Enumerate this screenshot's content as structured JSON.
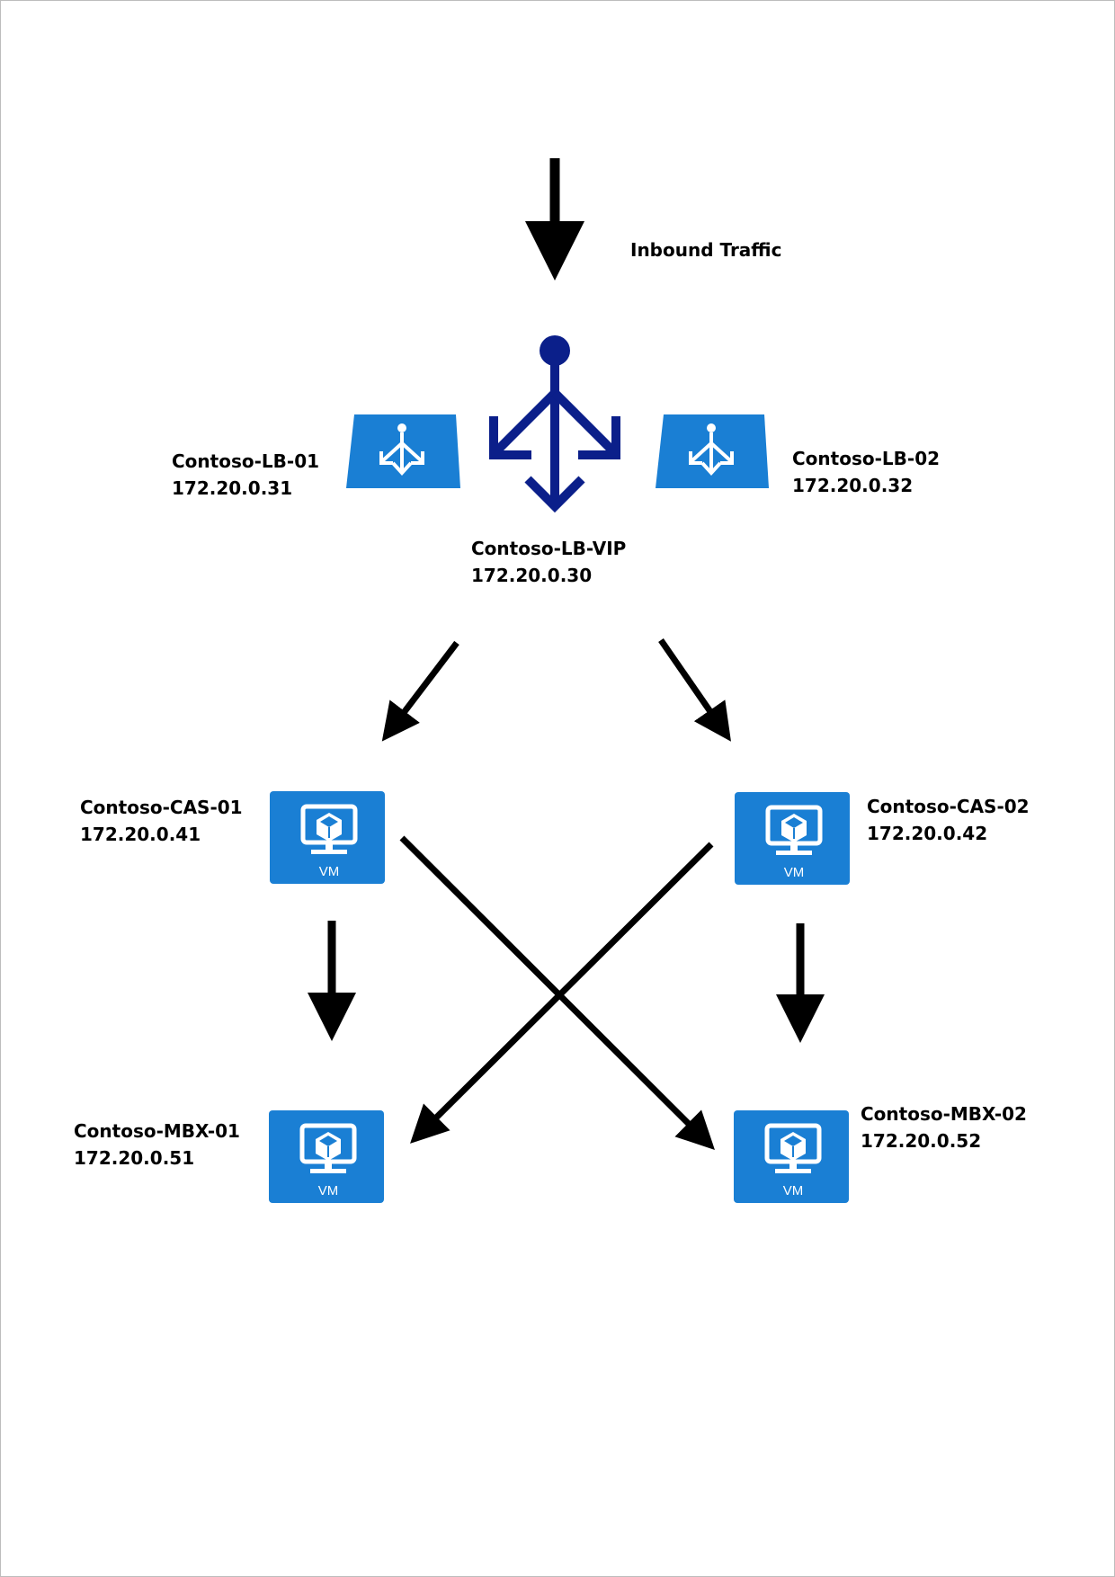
{
  "colors": {
    "azure_blue": "#1a7fd4",
    "vip_navy": "#0b1f8a",
    "arrow": "#000000",
    "icon_white": "#ffffff"
  },
  "inbound": {
    "label": "Inbound Traffic"
  },
  "load_balancers": [
    {
      "name": "Contoso-LB-01",
      "ip": "172.20.0.31",
      "icon": "load-balancer-icon"
    },
    {
      "name": "Contoso-LB-02",
      "ip": "172.20.0.32",
      "icon": "load-balancer-icon"
    }
  ],
  "vip": {
    "name": "Contoso-LB-VIP",
    "ip": "172.20.0.30",
    "icon": "load-balancer-vip-icon"
  },
  "cas": [
    {
      "name": "Contoso-CAS-01",
      "ip": "172.20.0.41",
      "badge": "VM",
      "icon": "virtual-machine-icon"
    },
    {
      "name": "Contoso-CAS-02",
      "ip": "172.20.0.42",
      "badge": "VM",
      "icon": "virtual-machine-icon"
    }
  ],
  "mbx": [
    {
      "name": "Contoso-MBX-01",
      "ip": "172.20.0.51",
      "badge": "VM",
      "icon": "virtual-machine-icon"
    },
    {
      "name": "Contoso-MBX-02",
      "ip": "172.20.0.52",
      "badge": "VM",
      "icon": "virtual-machine-icon"
    }
  ]
}
